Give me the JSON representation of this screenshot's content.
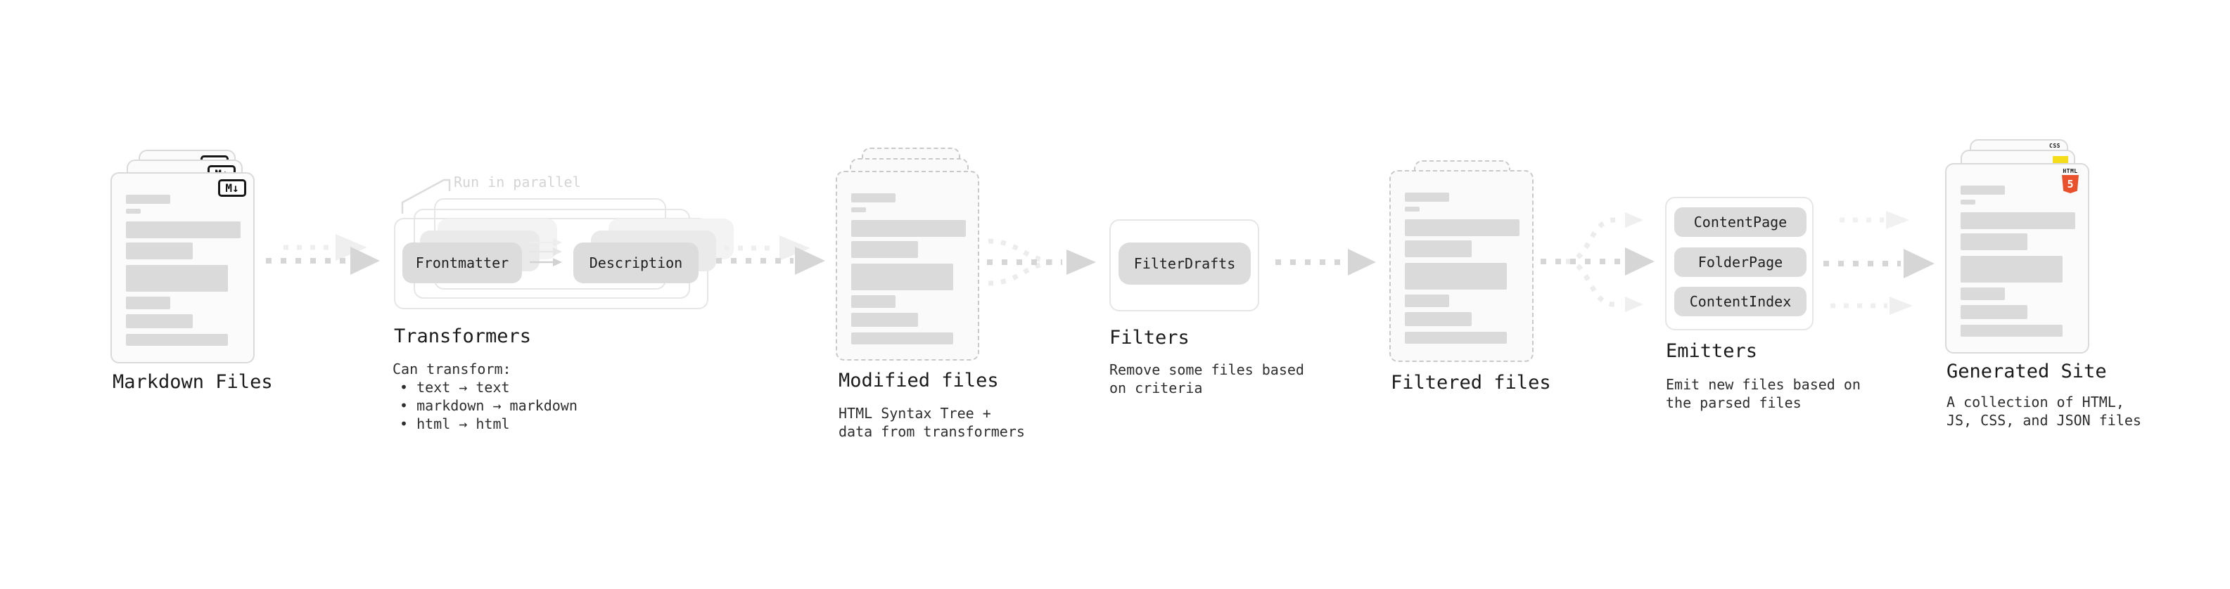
{
  "stages": {
    "markdown": {
      "label": "Markdown Files",
      "badge": "M↓"
    },
    "transformers": {
      "label": "Transformers",
      "note": "Run in parallel",
      "pills": [
        "Frontmatter",
        "Description"
      ],
      "desc": [
        "Can transform:",
        "• text → text",
        "• markdown → markdown",
        "• html → html"
      ]
    },
    "modified": {
      "label": "Modified files",
      "desc": [
        "HTML Syntax Tree +",
        "data from transformers"
      ]
    },
    "filters": {
      "label": "Filters",
      "pill": "FilterDrafts",
      "desc": [
        "Remove some files based",
        "on criteria"
      ]
    },
    "filtered": {
      "label": "Filtered files"
    },
    "emitters": {
      "label": "Emitters",
      "pills": [
        "ContentPage",
        "FolderPage",
        "ContentIndex"
      ],
      "desc": [
        "Emit new files based on",
        "the parsed files"
      ]
    },
    "generated": {
      "label": "Generated Site",
      "desc": [
        "A collection of HTML,",
        "JS, CSS, and JSON files"
      ],
      "badges": {
        "css": "CSS",
        "html_word": "HTML",
        "html_five": "5"
      }
    }
  },
  "colors": {
    "js_yellow": "#f5de19",
    "css_blue": "#2e6bf0",
    "html_orange": "#e8512b",
    "arrow_gray": "#d6d6d6",
    "arrow_ghost": "#efefef"
  }
}
